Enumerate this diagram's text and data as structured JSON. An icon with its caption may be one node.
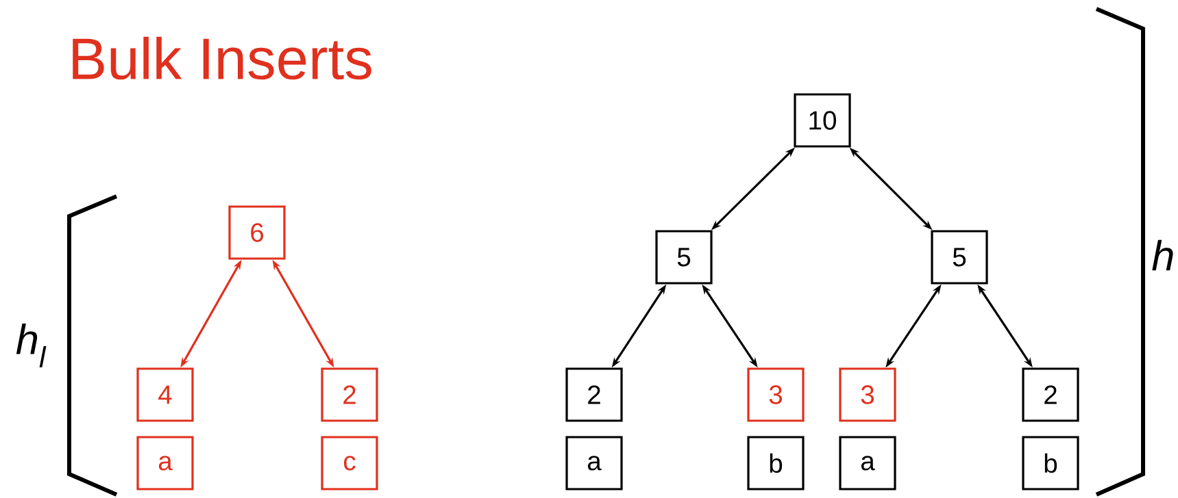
{
  "diagram": {
    "title": "Bulk Inserts",
    "nodes": [
      {
        "text": [
          "6"
        ]
      },
      {
        "text": [
          "4"
        ]
      },
      {
        "text": [
          "2"
        ]
      },
      {
        "text": [
          "a"
        ]
      },
      {
        "text": [
          "c"
        ]
      },
      {
        "text": [
          "10"
        ]
      },
      {
        "text": [
          "5"
        ]
      },
      {
        "text": [
          "5"
        ]
      },
      {
        "text": [
          "2"
        ]
      },
      {
        "text": [
          "3"
        ]
      },
      {
        "text": [
          "3"
        ]
      },
      {
        "text": [
          "2"
        ]
      },
      {
        "text": [
          "a"
        ]
      },
      {
        "text": [
          "b"
        ]
      },
      {
        "text": [
          "a"
        ]
      },
      {
        "text": [
          "b"
        ]
      }
    ],
    "edges": [
      {
        "from": 0,
        "to": 1,
        "arrow": "both",
        "color": "#e0301e"
      },
      {
        "from": 0,
        "to": 2,
        "arrow": "both",
        "color": "#e0301e"
      },
      {
        "from": 5,
        "to": 6,
        "arrow": "both"
      },
      {
        "from": 5,
        "to": 7,
        "arrow": "both"
      },
      {
        "from": 6,
        "to": 8,
        "arrow": "both"
      },
      {
        "from": 6,
        "to": 9,
        "arrow": "both"
      },
      {
        "from": 7,
        "to": 10,
        "arrow": "both"
      },
      {
        "from": 7,
        "to": 11,
        "arrow": "both"
      }
    ],
    "labels": [
      "h$_{l}$",
      "h"
    ]
  }
}
